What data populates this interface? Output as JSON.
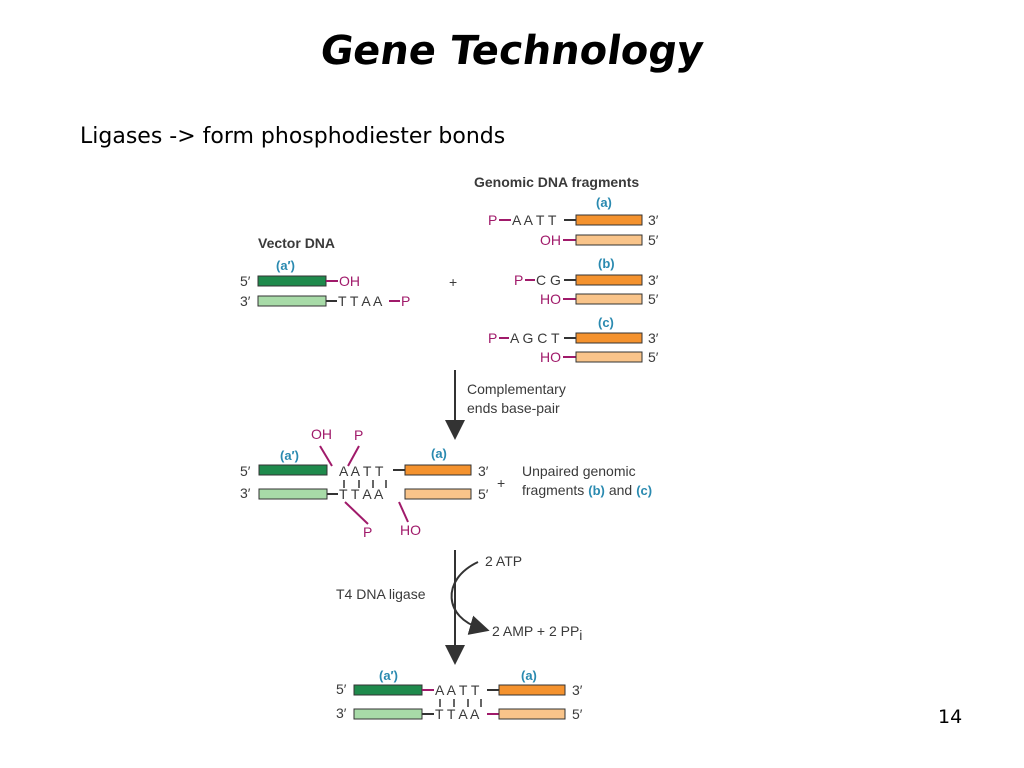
{
  "title": "Gene Technology",
  "subtitle": "Ligases -> form phosphodiester bonds",
  "page_number": "14",
  "diagram": {
    "genomic_heading": "Genomic DNA fragments",
    "vector_heading": "Vector DNA",
    "frag_a": {
      "label": "(a)",
      "top_group": "P",
      "top_bases": "A A T T",
      "bottom_group": "OH"
    },
    "frag_b": {
      "label": "(b)",
      "top_group": "P",
      "top_bases": "C G",
      "bottom_group": "HO"
    },
    "frag_c": {
      "label": "(c)",
      "top_group": "P",
      "top_bases": "A G C T",
      "bottom_group": "HO"
    },
    "vector": {
      "label": "(a′)",
      "top_group": "OH",
      "bottom_bases": "T T A A",
      "bottom_group": "P"
    },
    "five_prime": "5′",
    "three_prime": "3′",
    "plus": "+",
    "step1_line1": "Complementary",
    "step1_line2": "ends base-pair",
    "mid": {
      "oh": "OH",
      "p_top": "P",
      "p_bottom": "P",
      "ho": "HO",
      "left_label": "(a′)",
      "right_label": "(a)",
      "top_bases": "A A T T",
      "bottom_bases": "T T A A"
    },
    "unpaired_line1": "Unpaired genomic",
    "unpaired_line2_prefix": "fragments",
    "unpaired_b": "(b)",
    "unpaired_and": "and",
    "unpaired_c": "(c)",
    "atp": "2 ATP",
    "ligase": "T4 DNA ligase",
    "amp": "2 AMP + 2 PP",
    "amp_sub": "i",
    "final": {
      "left_label": "(a′)",
      "right_label": "(a)",
      "top_bases": "A A T T",
      "bottom_bases": "T T A A"
    }
  },
  "colors": {
    "dark_green": "#1f8a4c",
    "light_green": "#a8dba8",
    "orange": "#f4922e",
    "light_orange": "#f9c48a",
    "teal": "#2a8ab0",
    "magenta": "#a01a6a"
  }
}
